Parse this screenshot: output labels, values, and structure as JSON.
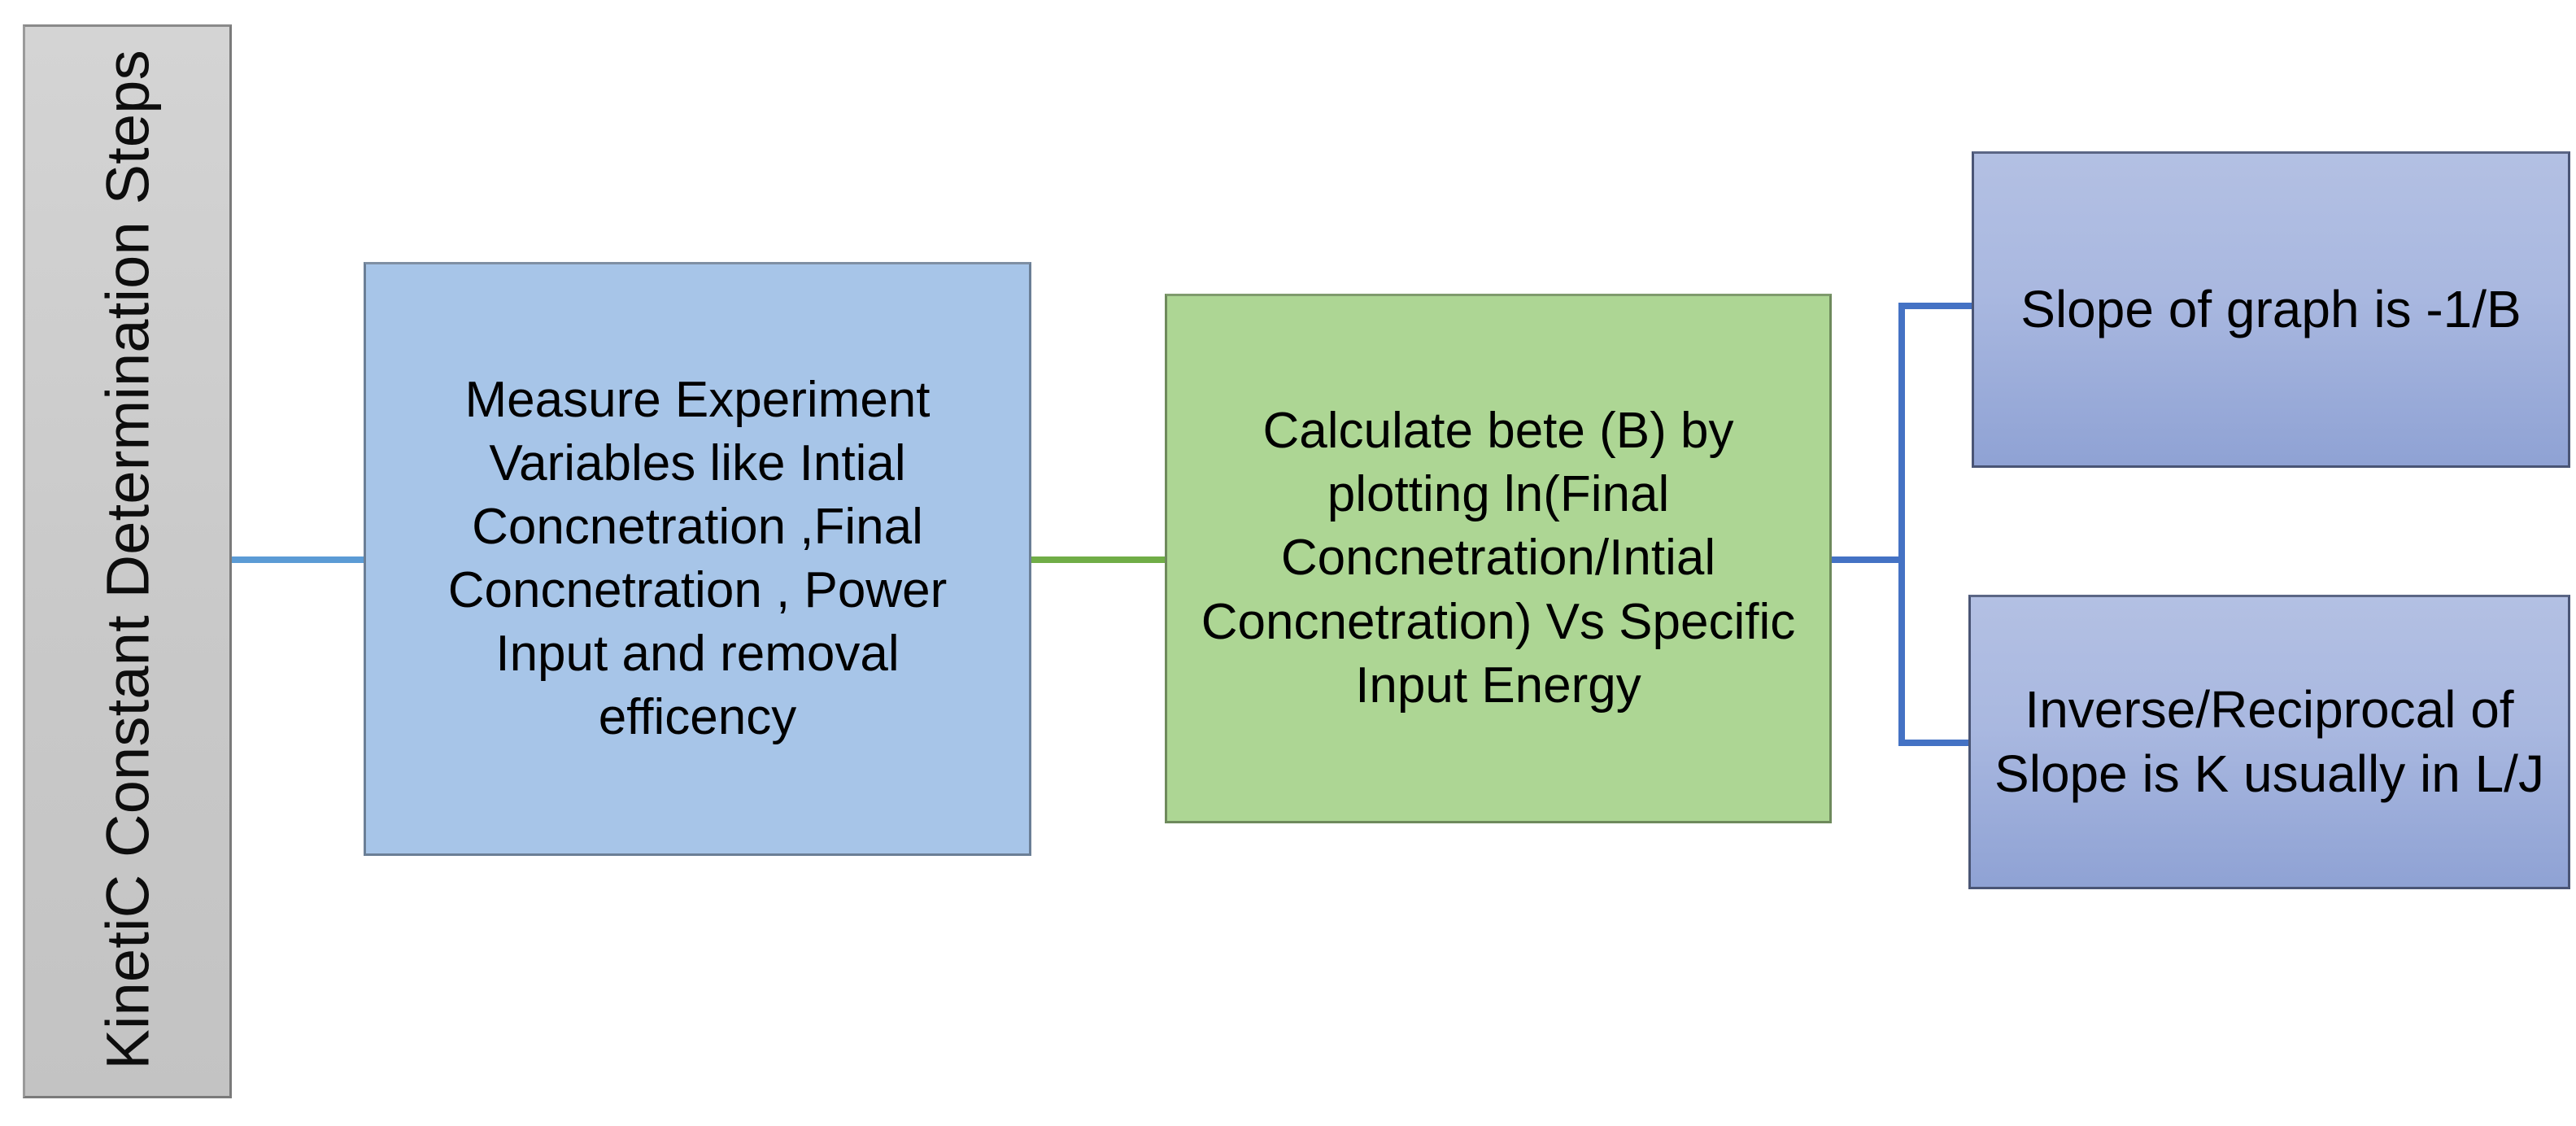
{
  "diagram": {
    "title": "Kinetic Constant Determination Steps Flowchart",
    "banner": {
      "label": "KinetiC Constant Determination Steps",
      "color": "#c9c9c9"
    },
    "nodes": [
      {
        "id": "step1",
        "label": "Measure Experiment Variables like Intial Concnetration ,Final Concnetration , Power Input and removal efficency",
        "color": "#a7c5e8"
      },
      {
        "id": "step2",
        "label": "Calculate bete (B) by plotting ln(Final Concnetration/Intial Concnetration) Vs Specific Input Energy",
        "color": "#add694"
      },
      {
        "id": "result1",
        "label": "Slope of graph is -1/B",
        "color": "#a9b8e0"
      },
      {
        "id": "result2",
        "label": "Inverse/Reciprocal of Slope is K usually in L/J",
        "color": "#a9b8e0"
      }
    ],
    "connectors": [
      {
        "id": "banner-to-step1",
        "color": "#5b9bd5"
      },
      {
        "id": "step1-to-step2",
        "color": "#70ad47"
      },
      {
        "id": "step2-to-results",
        "color": "#4472c4"
      }
    ]
  }
}
